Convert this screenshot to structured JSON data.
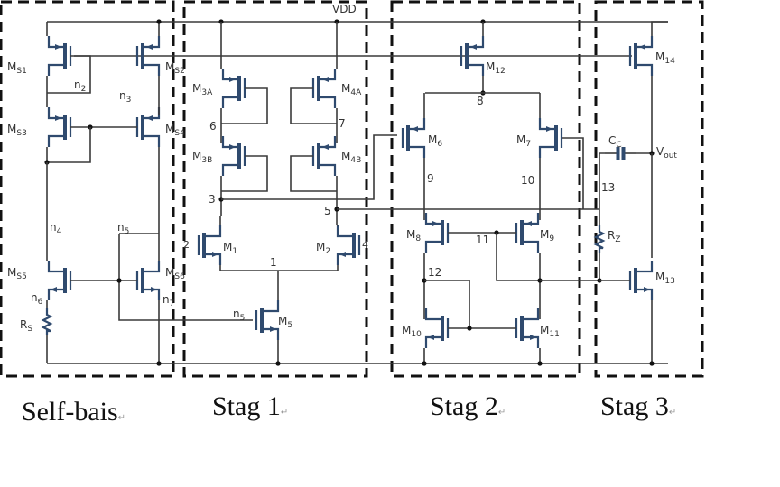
{
  "figure": {
    "type": "three-stage CMOS operational amplifier schematic",
    "supply_label": "VDD",
    "output_label": "Vout",
    "blocks": [
      {
        "id": "self-bias",
        "caption": "Self-bais"
      },
      {
        "id": "stage1",
        "caption": "Stag 1"
      },
      {
        "id": "stage2",
        "caption": "Stag 2"
      },
      {
        "id": "stage3",
        "caption": "Stag 3"
      }
    ],
    "transistors": {
      "MS1": "M",
      "MS1_sub": "S1",
      "MS2": "M",
      "MS2_sub": "S2",
      "MS3": "M",
      "MS3_sub": "S3",
      "MS4": "M",
      "MS4_sub": "S4",
      "MS5": "M",
      "MS5_sub": "S5",
      "MS6": "M",
      "MS6_sub": "S6",
      "M3A_sub": "3A",
      "M3B_sub": "3B",
      "M4A_sub": "4A",
      "M4B_sub": "4B",
      "M1_sub": "1",
      "M2_sub": "2",
      "M5_sub": "5",
      "M6_sub": "6",
      "M7_sub": "7",
      "M8_sub": "8",
      "M9_sub": "9",
      "M10_sub": "10",
      "M11_sub": "11",
      "M12_sub": "12",
      "M13_sub": "13",
      "M14_sub": "14"
    },
    "nodes": {
      "n2": "n",
      "n2_sub": "2",
      "n3": "n",
      "n3_sub": "3",
      "n4": "n",
      "n4_sub": "4",
      "n5": "n",
      "n5_sub": "5",
      "n6": "n",
      "n6_sub": "6",
      "n7": "n",
      "n7_sub": "7",
      "node1": "1",
      "node3": "3",
      "node4": "4",
      "node5": "5",
      "node6": "6",
      "node7": "7",
      "node8": "8",
      "node9": "9",
      "node10": "10",
      "node11": "11",
      "node12": "12",
      "node13": "13",
      "node2": "2"
    },
    "passives": {
      "Rs": "R",
      "Rs_sub": "S",
      "Rz": "R",
      "Rz_sub": "Z",
      "Cc": "C",
      "Cc_sub": "C"
    },
    "colors": {
      "device": "#2f4a6e",
      "wire": "#3a3a3a",
      "box": "#111111"
    }
  }
}
